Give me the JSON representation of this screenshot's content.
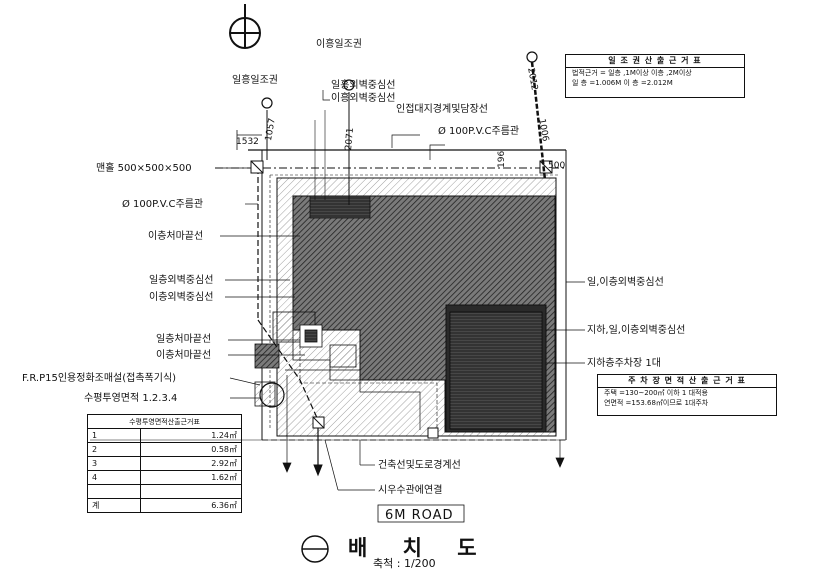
{
  "labels": {
    "sunlight_right_top": "이흥일조권",
    "sunlight_left": "일흥일조권",
    "ext_wall_1": "일흥외벽중심선",
    "ext_wall_2": "이흥외벽중심선",
    "boundary": "인접대지경계및담장선",
    "pvc_top": "Ø 100P.V.C주름관",
    "manhole": "맨홀 500×500×500",
    "pvc_left": "Ø 100P.V.C주름관",
    "finish_2f": "이층처마끝선",
    "wall_1f_left": "일층외벽중심선",
    "wall_2f_left": "이층외벽중심선",
    "finish_1f": "일층처마끝선",
    "finish_2f_b": "이층처마끝선",
    "septic": "F.R.P15인용정화조매설(접촉폭기식)",
    "proj_area": "수평투영면적 1.2.3.4",
    "wall_right": "일,이층외벽중심선",
    "wall_right_b": "지하,일,이층외벽중심선",
    "parking": "지하층주차장 1대",
    "building_line": "건축선및도로경계선",
    "sewer": "시우수관에연결",
    "dim_1532": "1532",
    "dim_1057": "1057",
    "dim_2071": "2071",
    "dim_2012": "2012",
    "dim_1006": "1006",
    "dim_196": "196",
    "dim_500": "500"
  },
  "sunlight_box": {
    "header": "일 조 권 산 출 근 거 표",
    "line1": "법적근거 = 일층 ,1M이상  이층 ,2M이상",
    "line2": "일 층 =1.006M        이 층 =2.012M"
  },
  "parking_box": {
    "header": "주 차 장 면 적 산 출 근 거 표",
    "line1": "주택 =130~200㎡  이하 1  대적용",
    "line2": "연면적 =153.68㎡이므로   1대주차"
  },
  "area_table": {
    "header": "수평투영면적산출근거표",
    "rows": [
      {
        "no": "1",
        "value": "1.24㎡"
      },
      {
        "no": "2",
        "value": "0.58㎡"
      },
      {
        "no": "3",
        "value": "2.92㎡"
      },
      {
        "no": "4",
        "value": "1.62㎡"
      },
      {
        "no": "",
        "value": ""
      },
      {
        "no": "계",
        "value": "6.36㎡"
      }
    ]
  },
  "road": "6M  ROAD",
  "title": "배 치 도",
  "scale": "축척 : 1/200"
}
